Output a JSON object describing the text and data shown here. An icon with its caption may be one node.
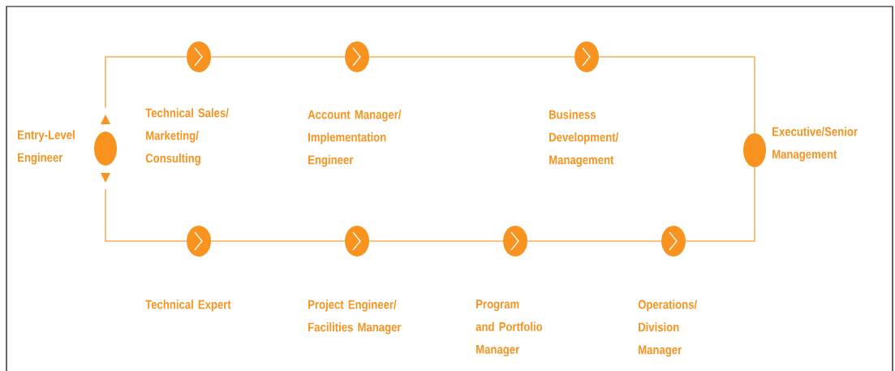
{
  "diagram": {
    "nodes": [
      {
        "text": [
          "Entry-Level Engineer"
        ]
      },
      {
        "text": [
          "Technical Sales/ Marketing/ Consulting"
        ]
      },
      {
        "text": [
          "Account Manager/ Implementation Engineer"
        ]
      },
      {
        "text": [
          "Business Development/ Management"
        ]
      },
      {
        "text": [
          "Executive/Senior Management"
        ]
      },
      {
        "text": [
          "Technical Expert"
        ]
      },
      {
        "text": [
          "Project Engineer/ Facilities Manager"
        ]
      },
      {
        "text": [
          "Program and Portfolio Manager"
        ]
      },
      {
        "text": [
          "Operations/ Division Manager"
        ]
      }
    ],
    "edges": [
      {
        "from": 0,
        "to": 1,
        "arrow": "none"
      },
      {
        "from": 1,
        "to": 2,
        "arrow": "none"
      },
      {
        "from": 2,
        "to": 3,
        "arrow": "none"
      },
      {
        "from": 3,
        "to": 4,
        "arrow": "none"
      },
      {
        "from": 0,
        "to": 5,
        "arrow": "none"
      },
      {
        "from": 5,
        "to": 6,
        "arrow": "none"
      },
      {
        "from": 6,
        "to": 7,
        "arrow": "none"
      },
      {
        "from": 7,
        "to": 8,
        "arrow": "none"
      },
      {
        "from": 8,
        "to": 4,
        "arrow": "none"
      }
    ]
  }
}
